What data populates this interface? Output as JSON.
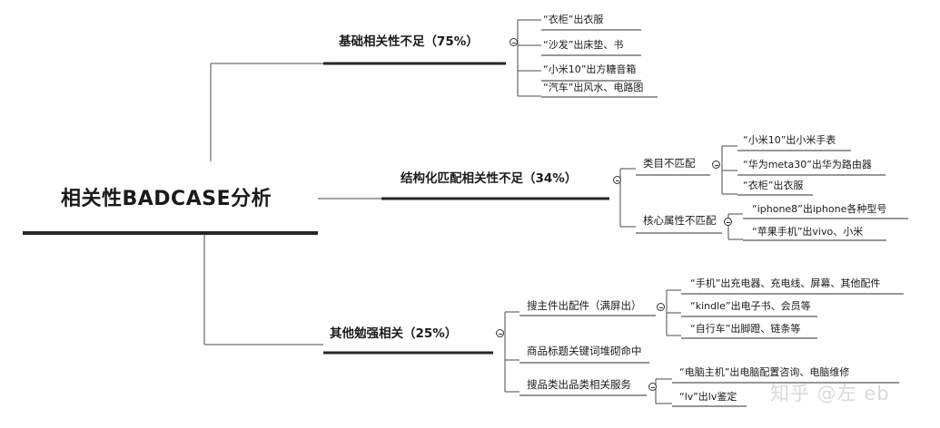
{
  "root": {
    "label": "相关性BADCASE分析"
  },
  "branch1": {
    "label": "基础相关性不足（75%）",
    "leaves": [
      "“衣柜”出衣服",
      "“沙发”出床垫、书",
      "“小米10”出方糖音箱",
      "“汽车”出风水、电路图"
    ]
  },
  "branch2": {
    "label": "结构化匹配相关性不足（34%）",
    "sub1": {
      "label": "类目不匹配",
      "leaves": [
        "“小米10”出小米手表",
        "“华为meta30”出华为路由器",
        "“衣柜”出衣服"
      ]
    },
    "sub2": {
      "label": "核心属性不匹配",
      "leaves": [
        "“iphone8”出iphone各种型号",
        "“苹果手机”出vivo、小米"
      ]
    }
  },
  "branch3": {
    "label": "其他勉强相关（25%）",
    "sub1": {
      "label": "搜主件出配件（满屏出）",
      "leaves": [
        "“手机”出充电器、充电线、屏幕、其他配件",
        "“kindle”出电子书、会员等",
        "“自行车”出脚蹬、链条等"
      ]
    },
    "sub2": {
      "label": "商品标题关键词堆砌命中"
    },
    "sub3": {
      "label": "搜品类出品类相关服务",
      "leaves": [
        "“电脑主机”出电脑配置咨询、电脑维修",
        "“lv”出lv鉴定"
      ]
    }
  },
  "watermark": "知乎 @左 eb"
}
